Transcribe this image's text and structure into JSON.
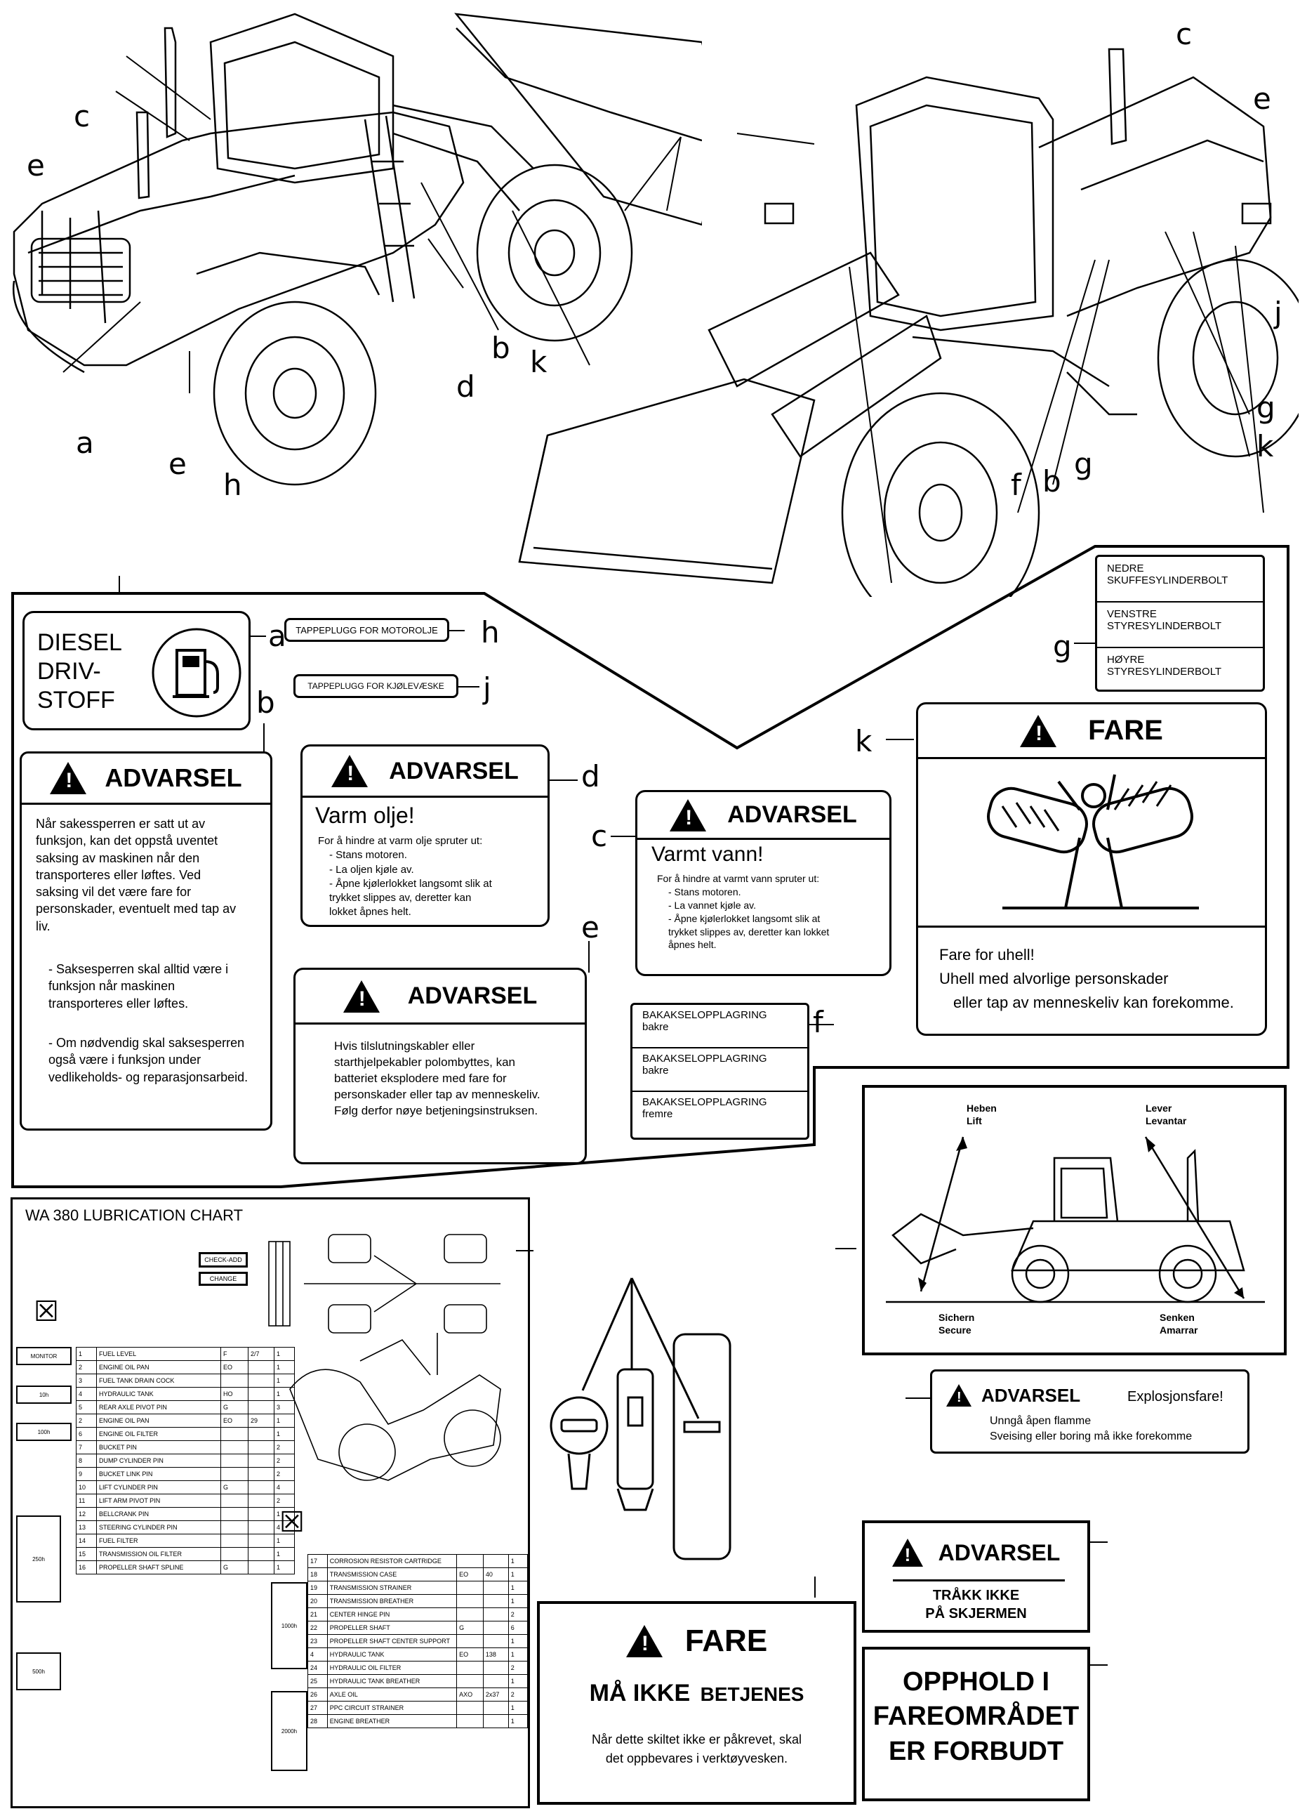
{
  "callouts": {
    "top_left": [
      "c",
      "e",
      "a",
      "e",
      "h",
      "d",
      "b",
      "k"
    ],
    "top_right": [
      "c",
      "e",
      "j",
      "g",
      "k",
      "g",
      "f",
      "b"
    ],
    "decal_keys": [
      "a",
      "b",
      "h",
      "j",
      "d",
      "c",
      "e",
      "f",
      "g",
      "k"
    ]
  },
  "decals": {
    "diesel": {
      "line1": "DIESEL",
      "line2": "DRIV-",
      "line3": "STOFF",
      "key": "a"
    },
    "oil_drain": {
      "text": "TAPPEPLUGG FOR MOTOROLJE",
      "key": "h"
    },
    "coolant_drain": {
      "text": "TAPPEPLUGG FOR KJØLEVÆSKE",
      "key": "j"
    },
    "warn_b": {
      "heading": "ADVARSEL",
      "p1": "Når sakessperren er satt ut av funksjon, kan det oppstå uventet saksing av maskinen når den transporteres eller løftes. Ved saksing vil det være fare for personskader, eventuelt med tap av liv.",
      "p2": "- Saksesperren skal alltid være i funksjon når maskinen transporteres eller løftes.",
      "p3": "- Om nødvendig skal saksesperren også være i funksjon under vedlikeholds- og reparasjonsarbeid.",
      "key": "b"
    },
    "warn_d": {
      "heading": "ADVARSEL",
      "title": "Varm olje!",
      "intro": "For å hindre at varm olje spruter ut:",
      "l1": "- Stans motoren.",
      "l2": "- La oljen kjøle av.",
      "l3": "- Åpne kjølerlokket langsomt slik at trykket slippes av, deretter kan lokket åpnes helt.",
      "key": "d"
    },
    "warn_c": {
      "heading": "ADVARSEL",
      "title": "Varmt vann!",
      "intro": "For å hindre at varmt vann spruter ut:",
      "l1": "- Stans motoren.",
      "l2": "- La vannet kjøle av.",
      "l3": "- Åpne kjølerlokket langsomt slik at trykket slippes av, deretter kan lokket åpnes helt.",
      "key": "c"
    },
    "warn_e": {
      "heading": "ADVARSEL",
      "text": "Hvis tilslutningskabler eller starthjelpekabler polombyttes, kan batteriet eksplodere med fare for personskader eller tap av menneskeliv. Følg derfor nøye betjeningsinstruksen.",
      "key": "e"
    },
    "f_labels": {
      "r1a": "BAKAKSELOPPLAGRING",
      "r1b": "bakre",
      "r2a": "BAKAKSELOPPLAGRING",
      "r2b": "bakre",
      "r3a": "BAKAKSELOPPLAGRING",
      "r3b": "fremre",
      "key": "f"
    },
    "g_labels": {
      "r1a": "NEDRE",
      "r1b": "SKUFFESYLINDERBOLT",
      "r2a": "VENSTRE",
      "r2b": "STYRESYLINDERBOLT",
      "r3a": "HØYRE",
      "r3b": "STYRESYLINDERBOLT",
      "key": "g"
    },
    "fare_k": {
      "heading": "FARE",
      "l1": "Fare for uhell!",
      "l2": "Uhell med alvorlige personskader",
      "l3": "eller tap av menneskeliv kan forekomme.",
      "key": "k"
    }
  },
  "lube": {
    "title": "WA 380 LUBRICATION CHART",
    "check": "CHECK-ADD",
    "change": "CHANGE",
    "hours": [
      "MONITOR",
      "10h",
      "100h",
      "250h",
      "500h",
      "1000h",
      "2000h"
    ],
    "rows_left": [
      [
        "1",
        "FUEL LEVEL",
        "F",
        "2/7",
        "1"
      ],
      [
        "2",
        "ENGINE OIL PAN",
        "EO",
        "",
        "1"
      ],
      [
        "3",
        "FUEL TANK DRAIN COCK",
        "",
        "",
        "1"
      ],
      [
        "4",
        "HYDRAULIC TANK",
        "HO",
        "",
        "1"
      ],
      [
        "5",
        "REAR AXLE PIVOT PIN",
        "G",
        "",
        "3"
      ],
      [
        "2",
        "ENGINE OIL PAN",
        "EO",
        "29",
        "1"
      ],
      [
        "6",
        "ENGINE OIL FILTER",
        "",
        "",
        "1"
      ],
      [
        "7",
        "BUCKET PIN",
        "",
        "",
        "2"
      ],
      [
        "8",
        "DUMP CYLINDER PIN",
        "",
        "",
        "2"
      ],
      [
        "9",
        "BUCKET LINK PIN",
        "",
        "",
        "2"
      ],
      [
        "10",
        "LIFT CYLINDER PIN",
        "G",
        "",
        "4"
      ],
      [
        "11",
        "LIFT ARM PIVOT PIN",
        "",
        "",
        "2"
      ],
      [
        "12",
        "BELLCRANK PIN",
        "",
        "",
        "1"
      ],
      [
        "13",
        "STEERING CYLINDER PIN",
        "",
        "",
        "4"
      ],
      [
        "14",
        "FUEL FILTER",
        "",
        "",
        "1"
      ],
      [
        "15",
        "TRANSMISSION OIL FILTER",
        "",
        "",
        "1"
      ],
      [
        "16",
        "PROPELLER SHAFT SPLINE",
        "G",
        "",
        "1"
      ]
    ],
    "rows_right": [
      [
        "17",
        "CORROSION RESISTOR CARTRIDGE",
        "",
        "",
        "1"
      ],
      [
        "18",
        "TRANSMISSION CASE",
        "EO",
        "40",
        "1"
      ],
      [
        "19",
        "TRANSMISSION STRAINER",
        "",
        "",
        "1"
      ],
      [
        "20",
        "TRANSMISSION BREATHER",
        "",
        "",
        "1"
      ],
      [
        "21",
        "CENTER HINGE PIN",
        "",
        "",
        "2"
      ],
      [
        "22",
        "PROPELLER SHAFT",
        "G",
        "",
        "6"
      ],
      [
        "23",
        "PROPELLER SHAFT CENTER SUPPORT",
        "",
        "",
        "1"
      ],
      [
        "4",
        "HYDRAULIC TANK",
        "EO",
        "138",
        "1"
      ],
      [
        "24",
        "HYDRAULIC OIL FILTER",
        "",
        "",
        "2"
      ],
      [
        "25",
        "HYDRAULIC TANK BREATHER",
        "",
        "",
        "1"
      ],
      [
        "26",
        "AXLE OIL",
        "AXO",
        "2x37",
        "2"
      ],
      [
        "27",
        "PPC CIRCUIT STRAINER",
        "",
        "",
        "1"
      ],
      [
        "28",
        "ENGINE BREATHER",
        "",
        "",
        "1"
      ]
    ]
  },
  "loader_side": {
    "heben": "Heben",
    "lift": "Lift",
    "lever": "Lever",
    "levantar": "Levantar",
    "sichern": "Sichern",
    "secure": "Secure",
    "senken": "Senken",
    "amarrar": "Amarrar"
  },
  "explosion": {
    "heading": "ADVARSEL",
    "side": "Explosjonsfare!",
    "l1": "Unngå åpen flamme",
    "l2": "Sveising eller boring må ikke forekomme"
  },
  "fare_bottom": {
    "heading": "FARE",
    "l1": "MÅ IKKE",
    "l1b": "BETJENES",
    "l2": "Når dette skiltet ikke er påkrevet, skal",
    "l3": "det oppbevares i verktøyvesken."
  },
  "fender": {
    "heading": "ADVARSEL",
    "l1": "TRÅKK IKKE",
    "l2": "PÅ SKJERMEN"
  },
  "opphold": {
    "l1": "OPPHOLD I",
    "l2": "FAREOMRÅDET",
    "l3": "ER FORBUDT"
  }
}
